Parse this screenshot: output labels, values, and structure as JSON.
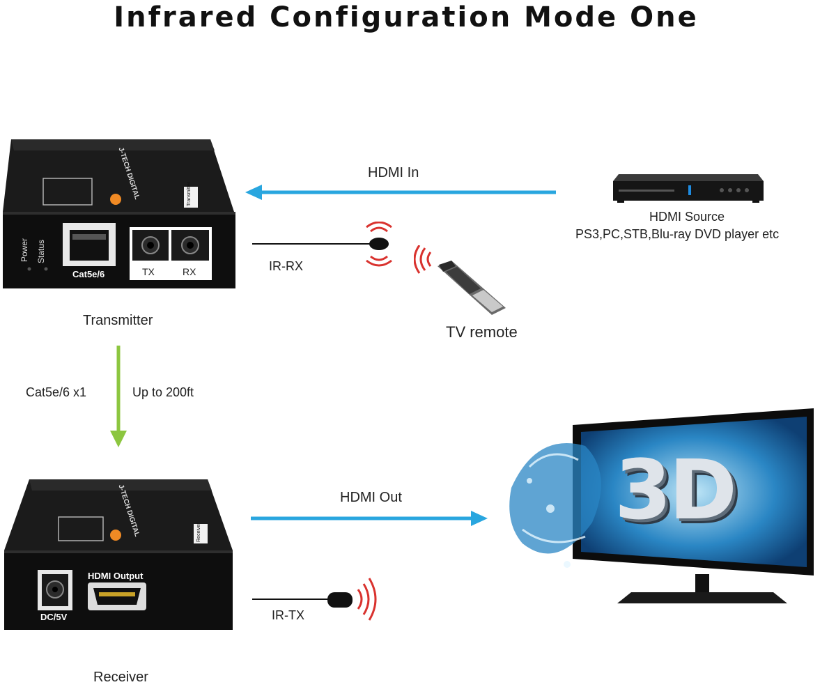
{
  "title": "Infrared Configuration Mode One",
  "transmitter": {
    "label": "Transmitter",
    "brand": "J-TECH DIGITAL",
    "side_tag": "Transmitter",
    "ports": {
      "power": "Power",
      "status": "Status",
      "cat": "Cat5e/6",
      "tx": "TX",
      "rx": "RX"
    }
  },
  "receiver": {
    "label": "Receiver",
    "brand": "J-TECH DIGITAL",
    "side_tag": "Receiver",
    "ports": {
      "dc": "DC/5V",
      "hdmi": "HDMI Output"
    }
  },
  "source": {
    "line1": "HDMI Source",
    "line2": "PS3,PC,STB,Blu-ray DVD player etc"
  },
  "remote": {
    "label": "TV remote"
  },
  "tv": {
    "text": "3D"
  },
  "connections": {
    "hdmi_in": "HDMI  In",
    "hdmi_out": "HDMI Out",
    "ir_rx": "IR-RX",
    "ir_tx": "IR-TX",
    "cable_type": "Cat5e/6 x1",
    "cable_length": "Up to 200ft"
  },
  "colors": {
    "hdmi_arrow": "#29a6df",
    "cable_arrow": "#8cc63f",
    "ir_signal": "#d9322e",
    "device_body": "#111111"
  }
}
